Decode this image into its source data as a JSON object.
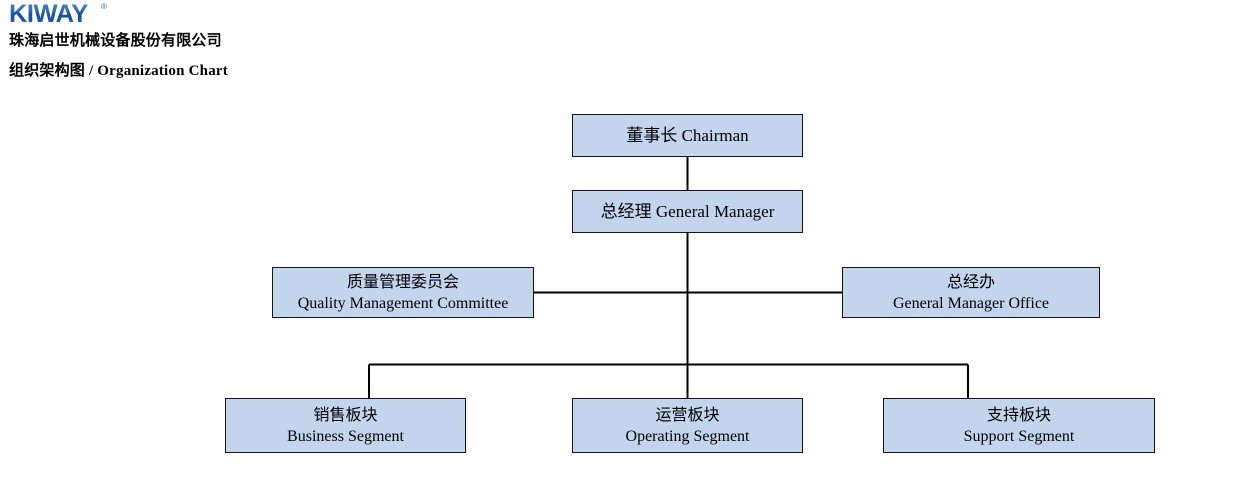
{
  "header": {
    "logo_text": "KIWAY",
    "logo_registered_mark": "®",
    "company_name": "珠海启世机械设备股份有限公司",
    "subtitle": "组织架构图 / Organization Chart",
    "logo_color": "#1b5aa6"
  },
  "theme": {
    "node_fill": "#c3d4ed",
    "node_border": "#11151c",
    "connector_color": "#000000",
    "text_color": "#000000",
    "background": "#ffffff"
  },
  "chart_data": {
    "type": "diagram",
    "title": "组织架构图 / Organization Chart",
    "nodes": [
      {
        "id": "chairman",
        "cn": "董事长",
        "en": "Chairman",
        "label": "董事长 Chairman",
        "level": 0,
        "layout": "single-line"
      },
      {
        "id": "general-manager",
        "cn": "总经理",
        "en": "General Manager",
        "label": "总经理 General Manager",
        "level": 1,
        "layout": "single-line"
      },
      {
        "id": "quality-management-committee",
        "cn": "质量管理委员会",
        "en": "Quality Management Committee",
        "level": 2,
        "layout": "two-line",
        "side": "left"
      },
      {
        "id": "general-manager-office",
        "cn": "总经办",
        "en": "General Manager Office",
        "level": 2,
        "layout": "two-line",
        "side": "right"
      },
      {
        "id": "business-segment",
        "cn": "销售板块",
        "en": "Business Segment",
        "level": 3,
        "layout": "two-line"
      },
      {
        "id": "operating-segment",
        "cn": "运营板块",
        "en": "Operating Segment",
        "level": 3,
        "layout": "two-line"
      },
      {
        "id": "support-segment",
        "cn": "支持板块",
        "en": "Support Segment",
        "level": 3,
        "layout": "two-line"
      }
    ],
    "edges": [
      {
        "from": "chairman",
        "to": "general-manager"
      },
      {
        "from": "general-manager",
        "to": "quality-management-committee"
      },
      {
        "from": "general-manager",
        "to": "general-manager-office"
      },
      {
        "from": "general-manager",
        "to": "business-segment"
      },
      {
        "from": "general-manager",
        "to": "operating-segment"
      },
      {
        "from": "general-manager",
        "to": "support-segment"
      }
    ]
  }
}
